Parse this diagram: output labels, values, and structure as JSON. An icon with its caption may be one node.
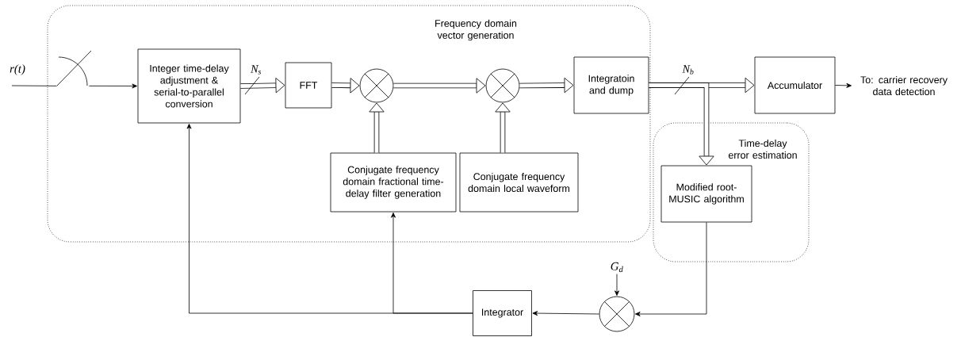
{
  "diagram": {
    "nodes": [
      {
        "text": [
          "Frequency domain vector generation"
        ]
      },
      {
        "text": [],
        "shape": "switch",
        "in": 0
      },
      {
        "text": [
          "Integer time-delay adjustment & serial-to-parallel conversion"
        ],
        "in": 0
      },
      {
        "text": [
          "FFT"
        ],
        "in": 0
      },
      {
        "text": [],
        "shape": "circle",
        "in": 0
      },
      {
        "text": [],
        "shape": "circle",
        "in": 0
      },
      {
        "text": [
          "Integratoin and dump"
        ],
        "in": 0
      },
      {
        "text": [
          "Conjugate frequency domain fractional time-delay filter generation"
        ],
        "in": 0
      },
      {
        "text": [
          "Conjugate frequency domain local waveform"
        ],
        "in": 0
      },
      {
        "text": [
          "Accumulator"
        ]
      },
      {
        "text": [
          "Time-delay error estimation"
        ]
      },
      {
        "text": [
          "Modified root-MUSIC algorithm"
        ],
        "in": 10
      },
      {
        "text": [
          "Integrator"
        ]
      },
      {
        "text": [],
        "shape": "circle"
      },
      {
        "text": [
          "To: carrier recovery data detection"
        ]
      },
      {
        "text": [
          "G$_{d}$"
        ]
      }
    ],
    "edges": [
      {
        "from": null,
        "to": 1,
        "arrow": "none"
      },
      {
        "from": 1,
        "to": 2,
        "arrow": "to"
      },
      {
        "from": 2,
        "to": 3,
        "arrow": "to",
        "style": "thick",
        "label": "N$_{s}$"
      },
      {
        "from": 3,
        "to": 4,
        "arrow": "to",
        "style": "thick"
      },
      {
        "from": 4,
        "to": 5,
        "arrow": "to",
        "style": "thick"
      },
      {
        "from": 5,
        "to": 6,
        "arrow": "to",
        "style": "thick"
      },
      {
        "from": 7,
        "to": 4,
        "arrow": "to",
        "style": "thick"
      },
      {
        "from": 8,
        "to": 5,
        "arrow": "to",
        "style": "thick"
      },
      {
        "from": 6,
        "to": 9,
        "arrow": "to",
        "style": "thick",
        "label": "N$_{b}$"
      },
      {
        "from": 6,
        "to": 11,
        "arrow": "to",
        "style": "thick"
      },
      {
        "from": 9,
        "to": 14,
        "arrow": "to"
      },
      {
        "from": 11,
        "to": 13,
        "arrow": "to"
      },
      {
        "from": 15,
        "to": 13,
        "arrow": "to"
      },
      {
        "from": 13,
        "to": 12,
        "arrow": "to"
      },
      {
        "from": 12,
        "to": 2,
        "arrow": "to"
      },
      {
        "from": 12,
        "to": 7,
        "arrow": "to"
      }
    ],
    "labels": [
      "r(t)"
    ]
  }
}
